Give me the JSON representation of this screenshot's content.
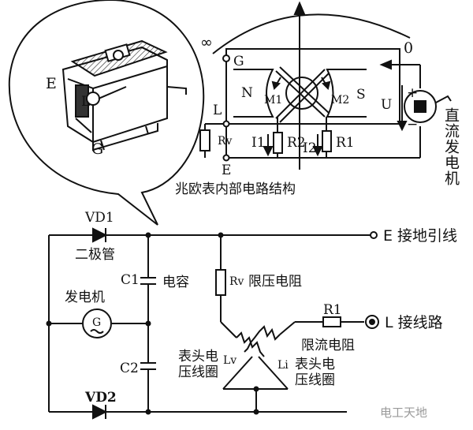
{
  "meter_title": "兆欧表内部电路结构",
  "magnifier": {
    "label_e": "E",
    "label_l": "L",
    "label_g": "G"
  },
  "meter": {
    "infinity": "∞",
    "zero": "0",
    "terminal_g": "G",
    "pole_n": "N",
    "pole_s": "S",
    "coil_m1": "M1",
    "coil_m2": "M2",
    "terminal_l": "L",
    "terminal_e": "E",
    "resistor_rv": "Rv",
    "current_i1": "I1",
    "resistor_r2": "R2",
    "current_i2": "I2",
    "resistor_r1": "R1",
    "voltage_u": "U",
    "plus": "+",
    "minus": "−",
    "generator_label": "直流发电机"
  },
  "schematic": {
    "vd1": "VD1",
    "diode_name": "二极管",
    "generator": "发电机",
    "generator_symbol": "G",
    "c1": "C1",
    "capacitor": "电容",
    "c2": "C2",
    "vd2": "VD2",
    "e_terminal": "E 接地引线",
    "rv": "Rv",
    "limit_voltage_resistor": "限压电阻",
    "r1": "R1",
    "l_terminal": "L 接线路",
    "limit_current_resistor": "限流电阻",
    "lv": "Lv",
    "li": "Li",
    "coil_left": "表头电压线圈",
    "coil_right": "表头电压线圈"
  },
  "watermark": "电工天地"
}
